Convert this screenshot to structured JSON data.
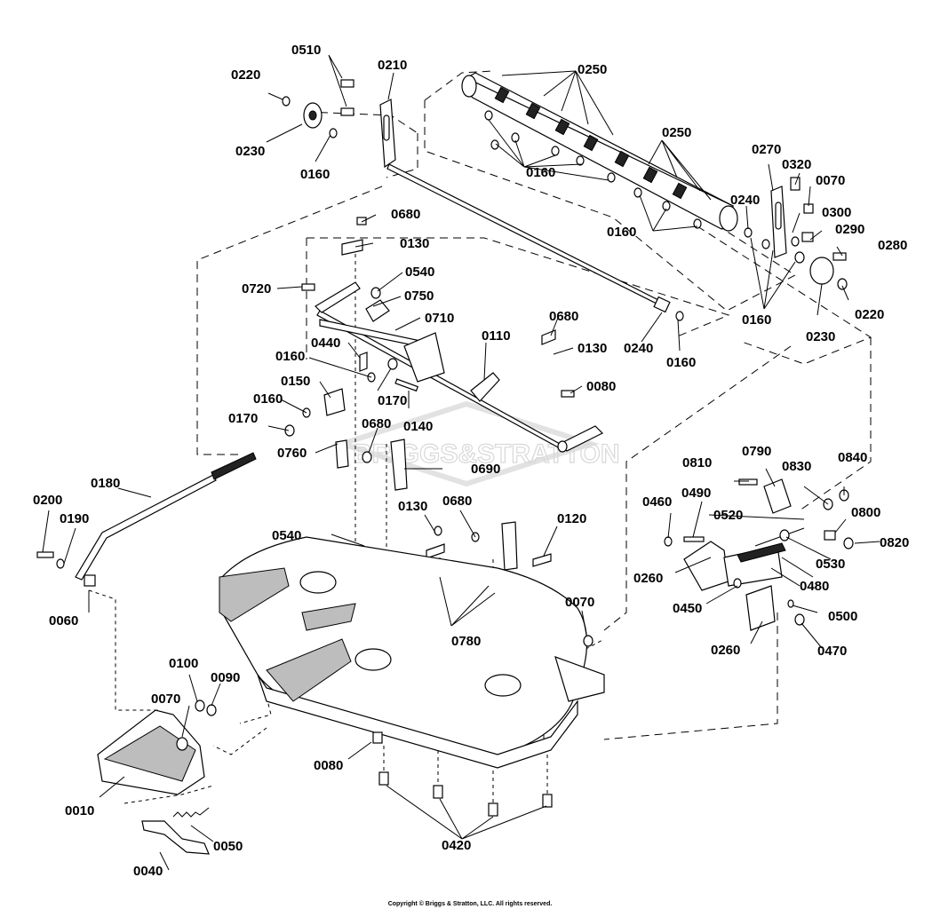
{
  "callouts": [
    {
      "id": "0510",
      "label": "0510"
    },
    {
      "id": "0210",
      "label": "0210"
    },
    {
      "id": "0220a",
      "label": "0220"
    },
    {
      "id": "0230a",
      "label": "0230"
    },
    {
      "id": "0160a",
      "label": "0160"
    },
    {
      "id": "0250a",
      "label": "0250"
    },
    {
      "id": "0250b",
      "label": "0250"
    },
    {
      "id": "0160b",
      "label": "0160"
    },
    {
      "id": "0270",
      "label": "0270"
    },
    {
      "id": "0320",
      "label": "0320"
    },
    {
      "id": "0070a",
      "label": "0070"
    },
    {
      "id": "0240a",
      "label": "0240"
    },
    {
      "id": "0300",
      "label": "0300"
    },
    {
      "id": "0160c",
      "label": "0160"
    },
    {
      "id": "0290",
      "label": "0290"
    },
    {
      "id": "0280",
      "label": "0280"
    },
    {
      "id": "0220b",
      "label": "0220"
    },
    {
      "id": "0160d",
      "label": "0160"
    },
    {
      "id": "0230b",
      "label": "0230"
    },
    {
      "id": "0680a",
      "label": "0680"
    },
    {
      "id": "0130a",
      "label": "0130"
    },
    {
      "id": "0540a",
      "label": "0540"
    },
    {
      "id": "0720",
      "label": "0720"
    },
    {
      "id": "0750",
      "label": "0750"
    },
    {
      "id": "0710",
      "label": "0710"
    },
    {
      "id": "0240b",
      "label": "0240"
    },
    {
      "id": "0160e",
      "label": "0160"
    },
    {
      "id": "0440",
      "label": "0440"
    },
    {
      "id": "0110",
      "label": "0110"
    },
    {
      "id": "0680b",
      "label": "0680"
    },
    {
      "id": "0130b",
      "label": "0130"
    },
    {
      "id": "0160f",
      "label": "0160"
    },
    {
      "id": "0150",
      "label": "0150"
    },
    {
      "id": "0170a",
      "label": "0170"
    },
    {
      "id": "0080a",
      "label": "0080"
    },
    {
      "id": "0160g",
      "label": "0160"
    },
    {
      "id": "0140",
      "label": "0140"
    },
    {
      "id": "0170b",
      "label": "0170"
    },
    {
      "id": "0680c",
      "label": "0680"
    },
    {
      "id": "0760",
      "label": "0760"
    },
    {
      "id": "0690",
      "label": "0690"
    },
    {
      "id": "0810",
      "label": "0810"
    },
    {
      "id": "0790",
      "label": "0790"
    },
    {
      "id": "0830",
      "label": "0830"
    },
    {
      "id": "0840",
      "label": "0840"
    },
    {
      "id": "0180",
      "label": "0180"
    },
    {
      "id": "0200",
      "label": "0200"
    },
    {
      "id": "0190",
      "label": "0190"
    },
    {
      "id": "0130c",
      "label": "0130"
    },
    {
      "id": "0680d",
      "label": "0680"
    },
    {
      "id": "0120",
      "label": "0120"
    },
    {
      "id": "0460",
      "label": "0460"
    },
    {
      "id": "0490",
      "label": "0490"
    },
    {
      "id": "0520",
      "label": "0520"
    },
    {
      "id": "0800",
      "label": "0800"
    },
    {
      "id": "0820",
      "label": "0820"
    },
    {
      "id": "0530",
      "label": "0530"
    },
    {
      "id": "0540b",
      "label": "0540"
    },
    {
      "id": "0480",
      "label": "0480"
    },
    {
      "id": "0260a",
      "label": "0260"
    },
    {
      "id": "0060",
      "label": "0060"
    },
    {
      "id": "0450",
      "label": "0450"
    },
    {
      "id": "0500",
      "label": "0500"
    },
    {
      "id": "0780",
      "label": "0780"
    },
    {
      "id": "0070b",
      "label": "0070"
    },
    {
      "id": "0260b",
      "label": "0260"
    },
    {
      "id": "0470",
      "label": "0470"
    },
    {
      "id": "0100",
      "label": "0100"
    },
    {
      "id": "0090",
      "label": "0090"
    },
    {
      "id": "0070c",
      "label": "0070"
    },
    {
      "id": "0080b",
      "label": "0080"
    },
    {
      "id": "0010",
      "label": "0010"
    },
    {
      "id": "0050",
      "label": "0050"
    },
    {
      "id": "0420",
      "label": "0420"
    },
    {
      "id": "0040",
      "label": "0040"
    }
  ],
  "watermark": "BRIGGS&STRATTON",
  "copyright": "Copyright © Briggs & Stratton, LLC. All rights reserved.",
  "colors": {
    "ink": "#000000",
    "shade": "#bdbdbd",
    "watermark": "#d8d8d8"
  }
}
